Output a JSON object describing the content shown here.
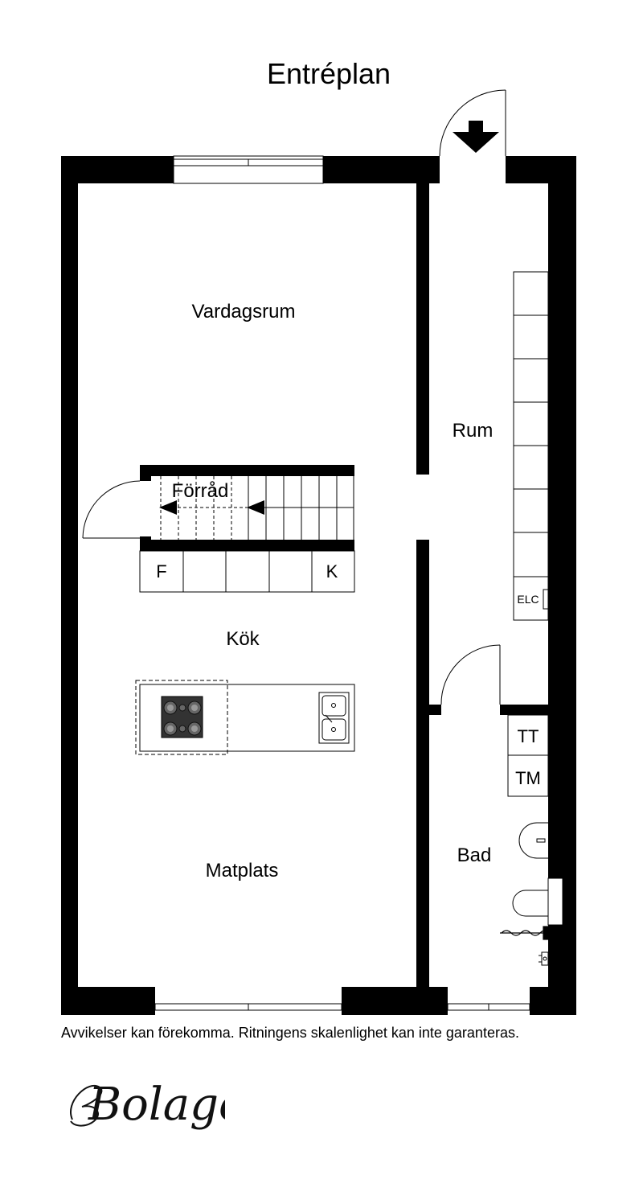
{
  "title": "Entréplan",
  "rooms": {
    "vardagsrum": "Vardagsrum",
    "forrad": "Förråd",
    "kok": "Kök",
    "matplats": "Matplats",
    "rum": "Rum",
    "bad": "Bad"
  },
  "fixtures": {
    "f": "F",
    "k": "K",
    "elc": "ELC",
    "tt": "TT",
    "tm": "TM"
  },
  "disclaimer": "Avvikelser kan förekomma. Ritningens skalenlighet kan inte garanteras.",
  "logo": "Bolaget",
  "icons": {
    "entrance": "arrow-down-icon",
    "stair": "arrow-left-icon",
    "stove": "stove-icon",
    "sink": "sink-icon",
    "washbasin": "washbasin-icon",
    "toilet": "toilet-icon",
    "radiator": "radiator-icon",
    "shower": "shower-icon"
  }
}
